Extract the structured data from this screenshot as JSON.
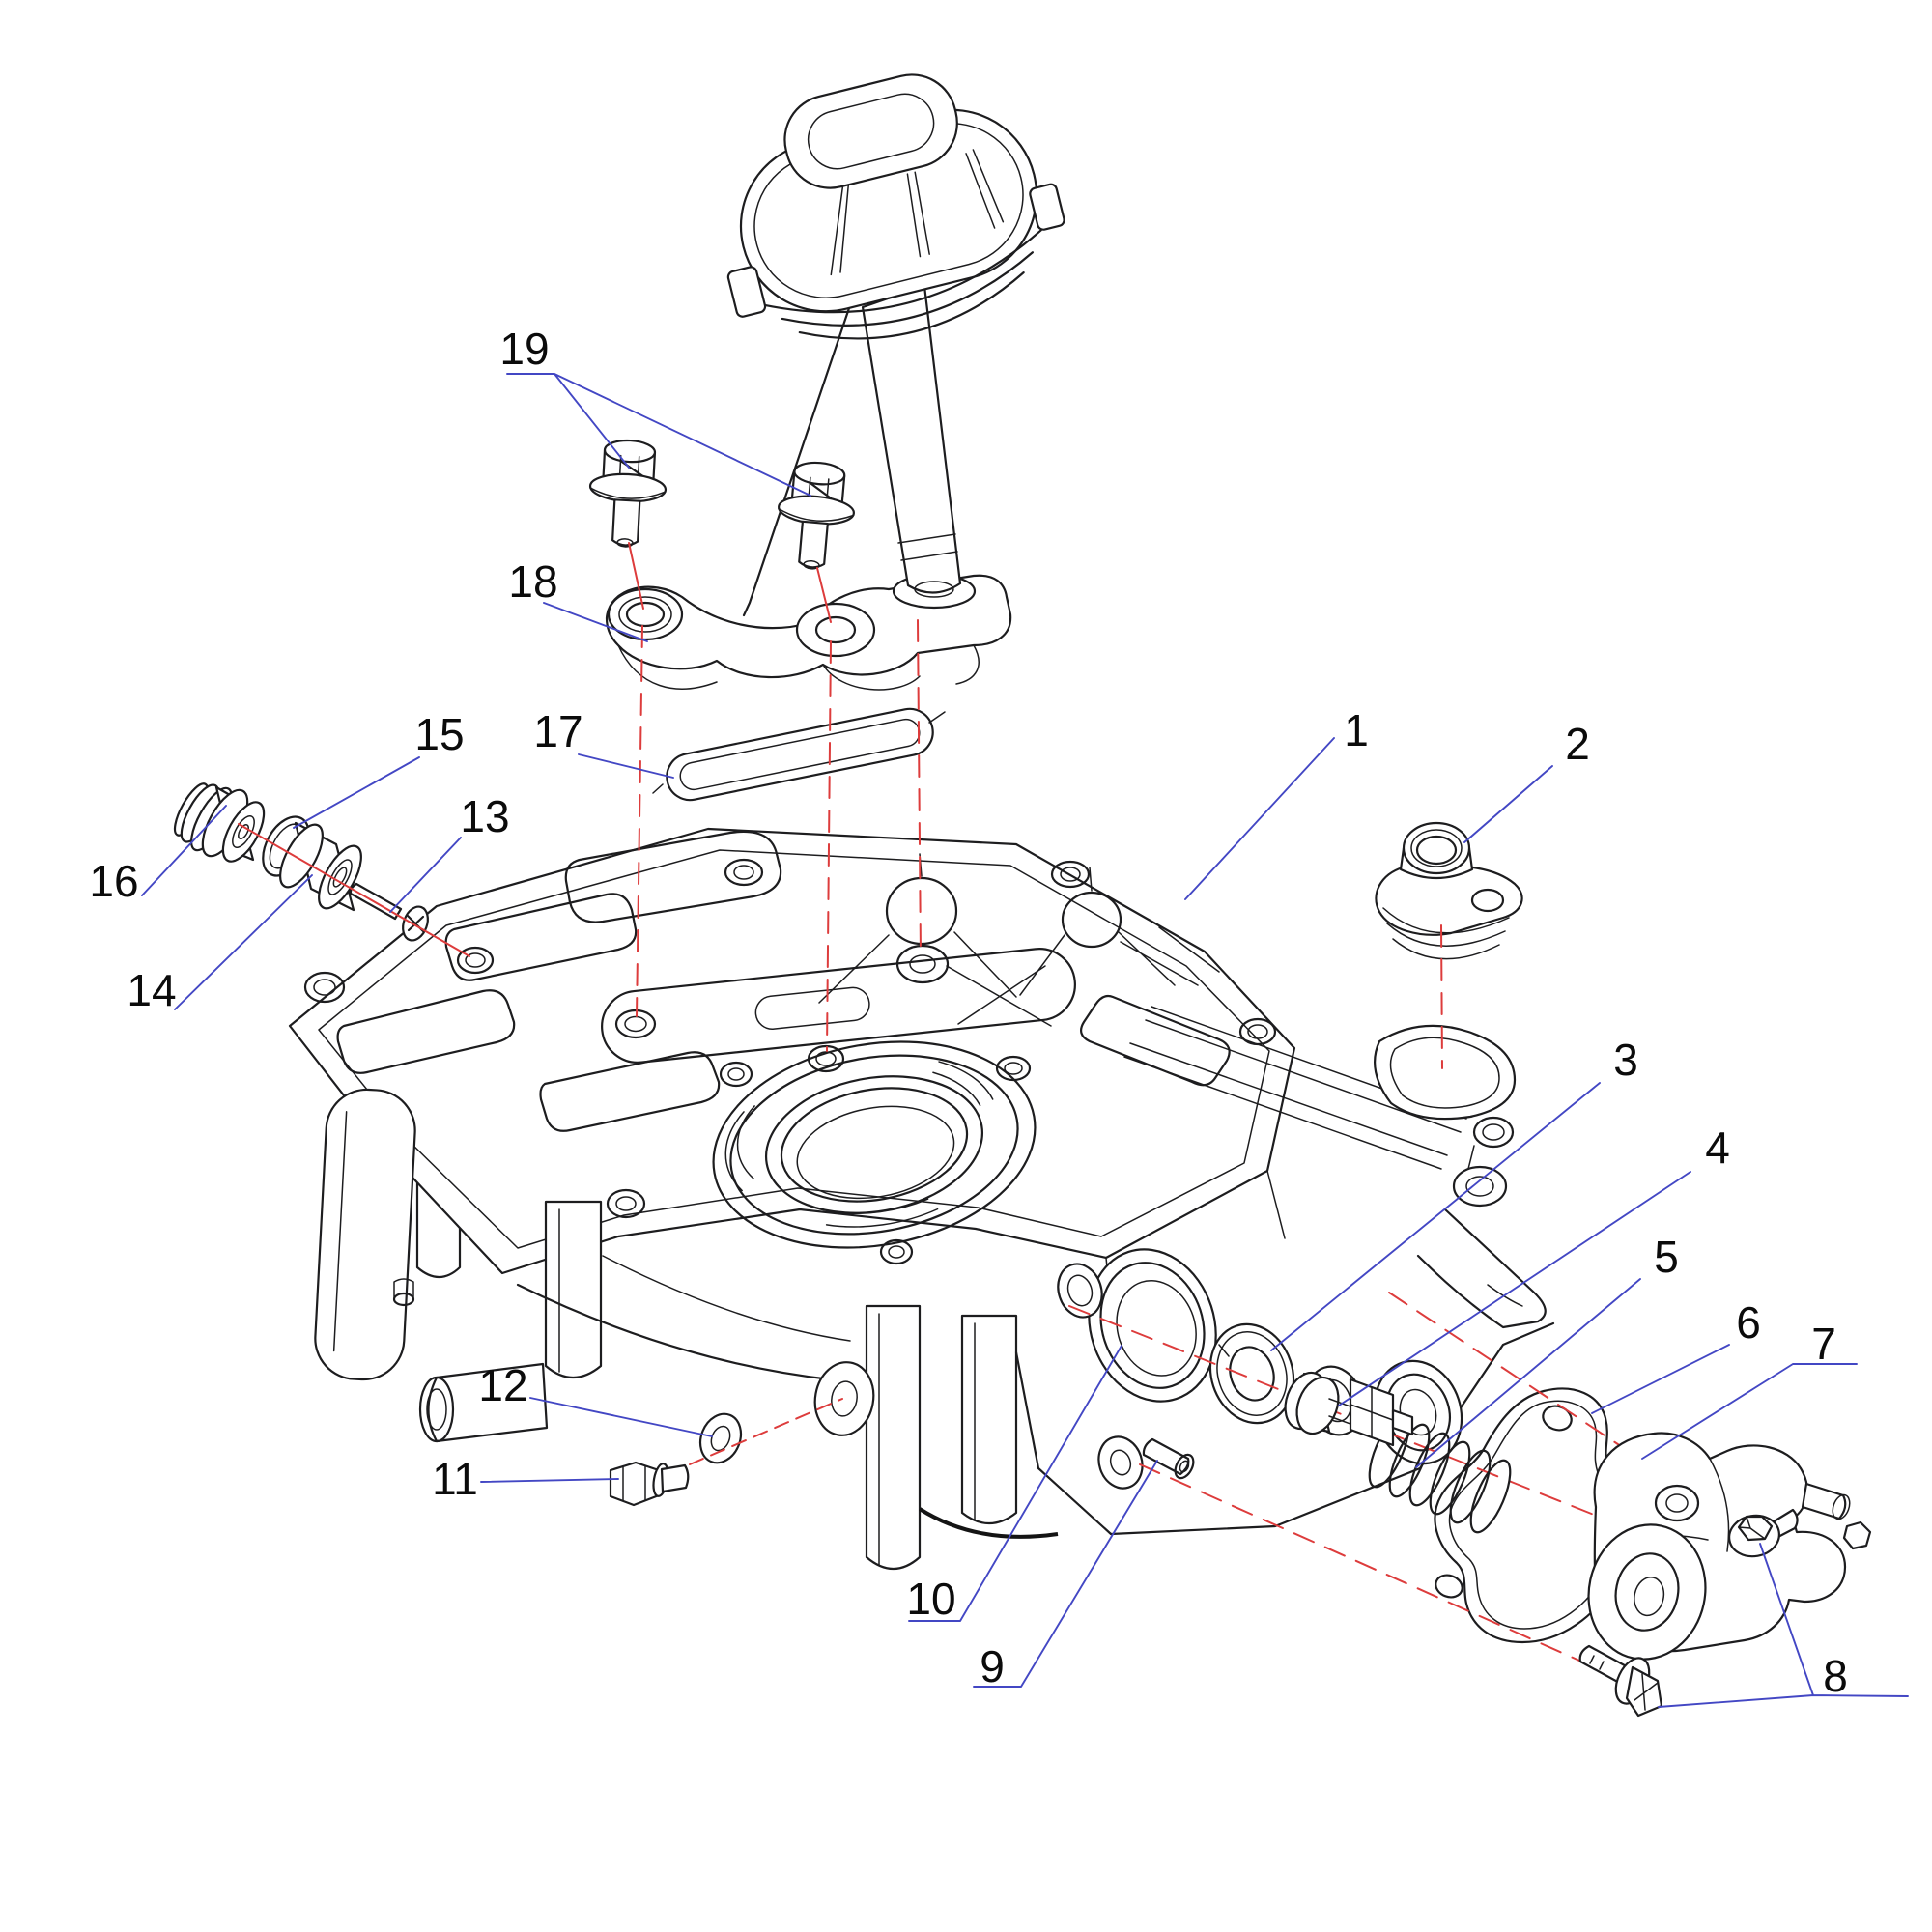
{
  "diagram": {
    "type": "exploded-parts-diagram",
    "background": "#ffffff",
    "colors": {
      "line_art": "#1d1d1f",
      "leader_line": "#4347c4",
      "center_axis": "#dd3c3c",
      "label_text": "#0b0b0b"
    }
  },
  "callouts": {
    "c1": {
      "label": "1"
    },
    "c2": {
      "label": "2"
    },
    "c3": {
      "label": "3"
    },
    "c4": {
      "label": "4"
    },
    "c5": {
      "label": "5"
    },
    "c6": {
      "label": "6"
    },
    "c7": {
      "label": "7"
    },
    "c8": {
      "label": "8"
    },
    "c9": {
      "label": "9"
    },
    "c10": {
      "label": "10"
    },
    "c11": {
      "label": "11"
    },
    "c12": {
      "label": "12"
    },
    "c13": {
      "label": "13"
    },
    "c14": {
      "label": "14"
    },
    "c15": {
      "label": "15"
    },
    "c16": {
      "label": "16"
    },
    "c17": {
      "label": "17"
    },
    "c18": {
      "label": "18"
    },
    "c19": {
      "label": "19"
    }
  }
}
